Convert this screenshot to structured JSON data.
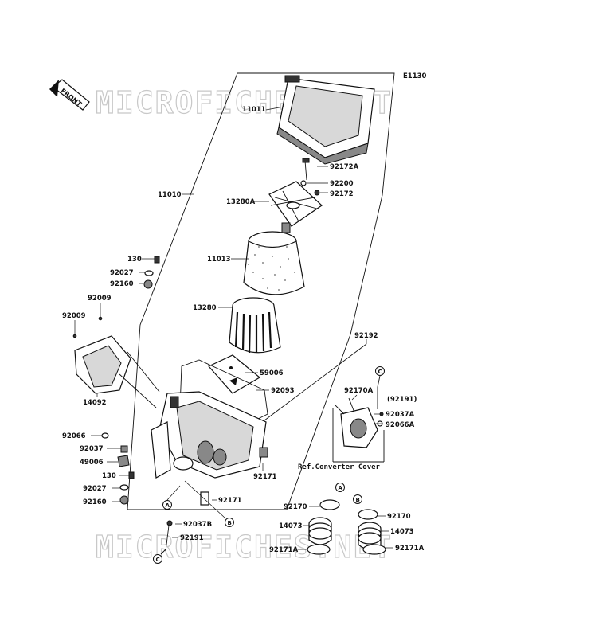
{
  "diagram_code": "E1130",
  "watermark_top": "MICROFICHES.NET",
  "watermark_bottom": "MICROFICHES.NET",
  "front_label": "FRONT",
  "note_text": "Ref.Converter Cover",
  "callouts": {
    "c11011": "11011",
    "c92172a": "92172A",
    "c92200": "92200",
    "c92172": "92172",
    "c11010": "11010",
    "c13280a": "13280A",
    "c130a": "130",
    "c11013": "11013",
    "c92027a": "92027",
    "c92160a": "92160",
    "c92009a": "92009",
    "c92009b": "92009",
    "c13280": "13280",
    "c92192": "92192",
    "c14092": "14092",
    "c59006": "59006",
    "c92093": "92093",
    "c92170a": "92170A",
    "c92191a": "(92191)",
    "c92037a_r": "92037A",
    "c92066a_r": "92066A",
    "c92066": "92066",
    "c92037": "92037",
    "c49006": "49006",
    "c130b": "130",
    "c92027b": "92027",
    "c92160b": "92160",
    "c92171a": "92171",
    "c92171b": "92171",
    "c92037b": "92037B",
    "c92191b": "92191",
    "c92170b": "92170",
    "c14073a": "14073",
    "c92171a_l": "92171A",
    "c92170c": "92170",
    "c14073b": "14073",
    "c92171a_r": "92171A"
  },
  "markers": {
    "m_c_top": "C",
    "m_a_right": "A",
    "m_b_right": "B",
    "m_a_left": "A",
    "m_b_left": "B",
    "m_c_bottom": "C"
  }
}
